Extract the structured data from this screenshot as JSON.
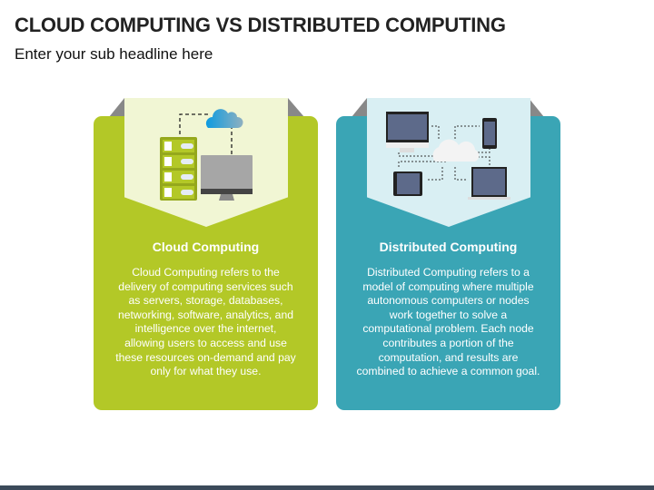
{
  "title": "CLOUD COMPUTING VS DISTRIBUTED COMPUTING",
  "subtitle": "Enter your sub headline here",
  "cards": [
    {
      "heading": "Cloud Computing",
      "text": "Cloud Computing refers to the delivery of computing services such as servers, storage, databases, networking, software, analytics, and intelligence over the internet, allowing users to access and use these resources on-demand and pay only for what they use.",
      "color": "#b3c827",
      "banner": "#f1f6d4"
    },
    {
      "heading": "Distributed Computing",
      "text": "Distributed Computing refers to a model of computing where multiple autonomous computers or nodes work together to solve a computational problem. Each node contributes a portion of the computation, and results are combined to achieve a common goal.",
      "color": "#3aa5b5",
      "banner": "#d9eff3"
    }
  ]
}
